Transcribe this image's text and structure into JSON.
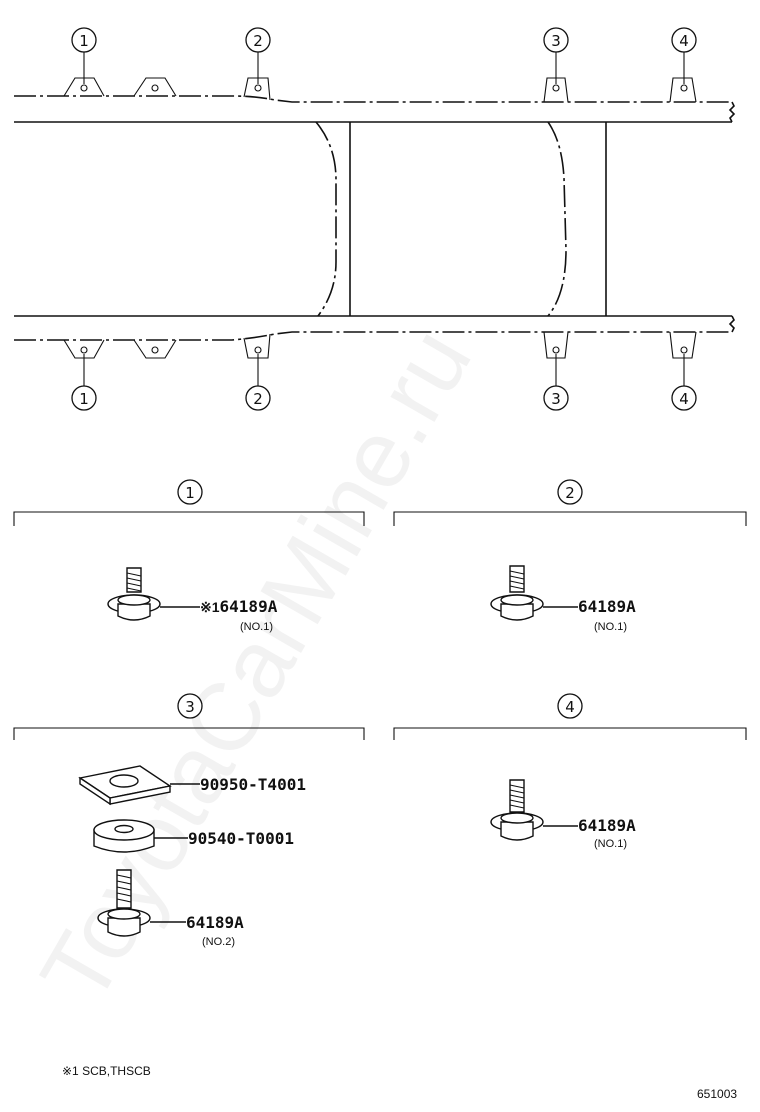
{
  "frame_callouts": {
    "top": [
      "1",
      "2",
      "3",
      "4"
    ],
    "bottom": [
      "1",
      "2",
      "3",
      "4"
    ]
  },
  "groups": [
    {
      "id": "1",
      "parts": [
        {
          "prefix": "※1",
          "number": "64189A",
          "note": "(NO.1)"
        }
      ]
    },
    {
      "id": "2",
      "parts": [
        {
          "prefix": "",
          "number": "64189A",
          "note": "(NO.1)"
        }
      ]
    },
    {
      "id": "3",
      "parts": [
        {
          "prefix": "",
          "number": "90950-T4001",
          "note": ""
        },
        {
          "prefix": "",
          "number": "90540-T0001",
          "note": ""
        },
        {
          "prefix": "",
          "number": "64189A",
          "note": "(NO.2)"
        }
      ]
    },
    {
      "id": "4",
      "parts": [
        {
          "prefix": "",
          "number": "64189A",
          "note": "(NO.1)"
        }
      ]
    }
  ],
  "footnote": "※1 SCB,THSCB",
  "illustration_id": "651003",
  "watermark": "ToyotaCarMine.ru"
}
